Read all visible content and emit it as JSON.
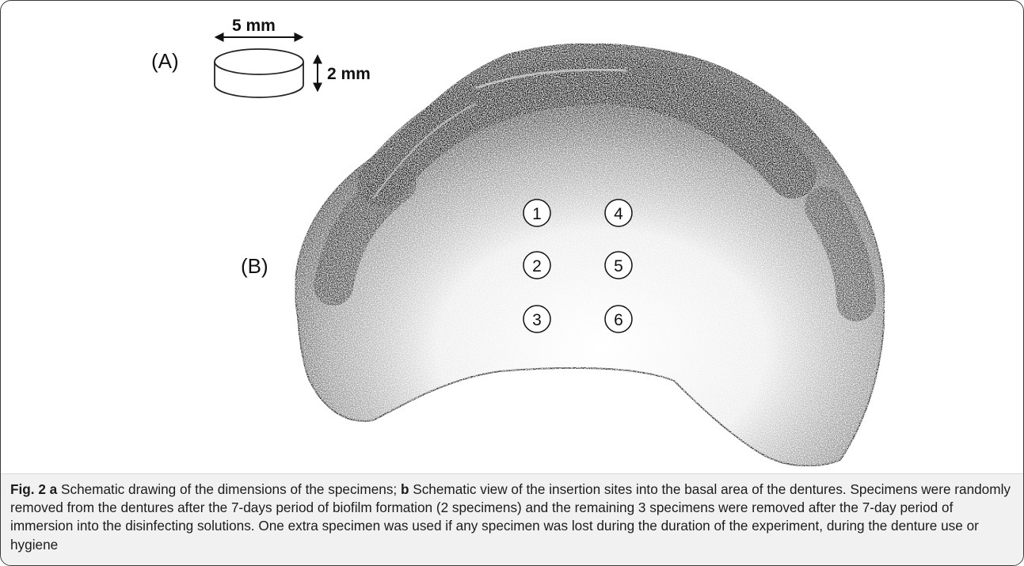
{
  "figure": {
    "panel_a_label": "(A)",
    "panel_b_label": "(B)",
    "specimen_width": "5 mm",
    "specimen_height": "2 mm",
    "insertion_sites": [
      "1",
      "2",
      "3",
      "4",
      "5",
      "6"
    ]
  },
  "caption": {
    "fig_label": "Fig. 2",
    "part_a_letter": "a",
    "part_a_text": " Schematic drawing of the dimensions of the specimens; ",
    "part_b_letter": "b",
    "part_b_text": " Schematic view of the insertion sites into the basal area of the dentures. Specimens were randomly removed from the dentures after the 7-days period of biofilm formation (2 specimens) and the remaining 3 specimens were removed after the 7-day period of immersion into the disinfecting solutions. One extra specimen was used if any specimen was lost during the duration of the experiment, during the denture use or hygiene"
  },
  "colors": {
    "ink": "#111111",
    "denture_dark": "#1b1b1b",
    "denture_light": "#e9e9e9",
    "caption_bg": "#f1f1f1"
  }
}
